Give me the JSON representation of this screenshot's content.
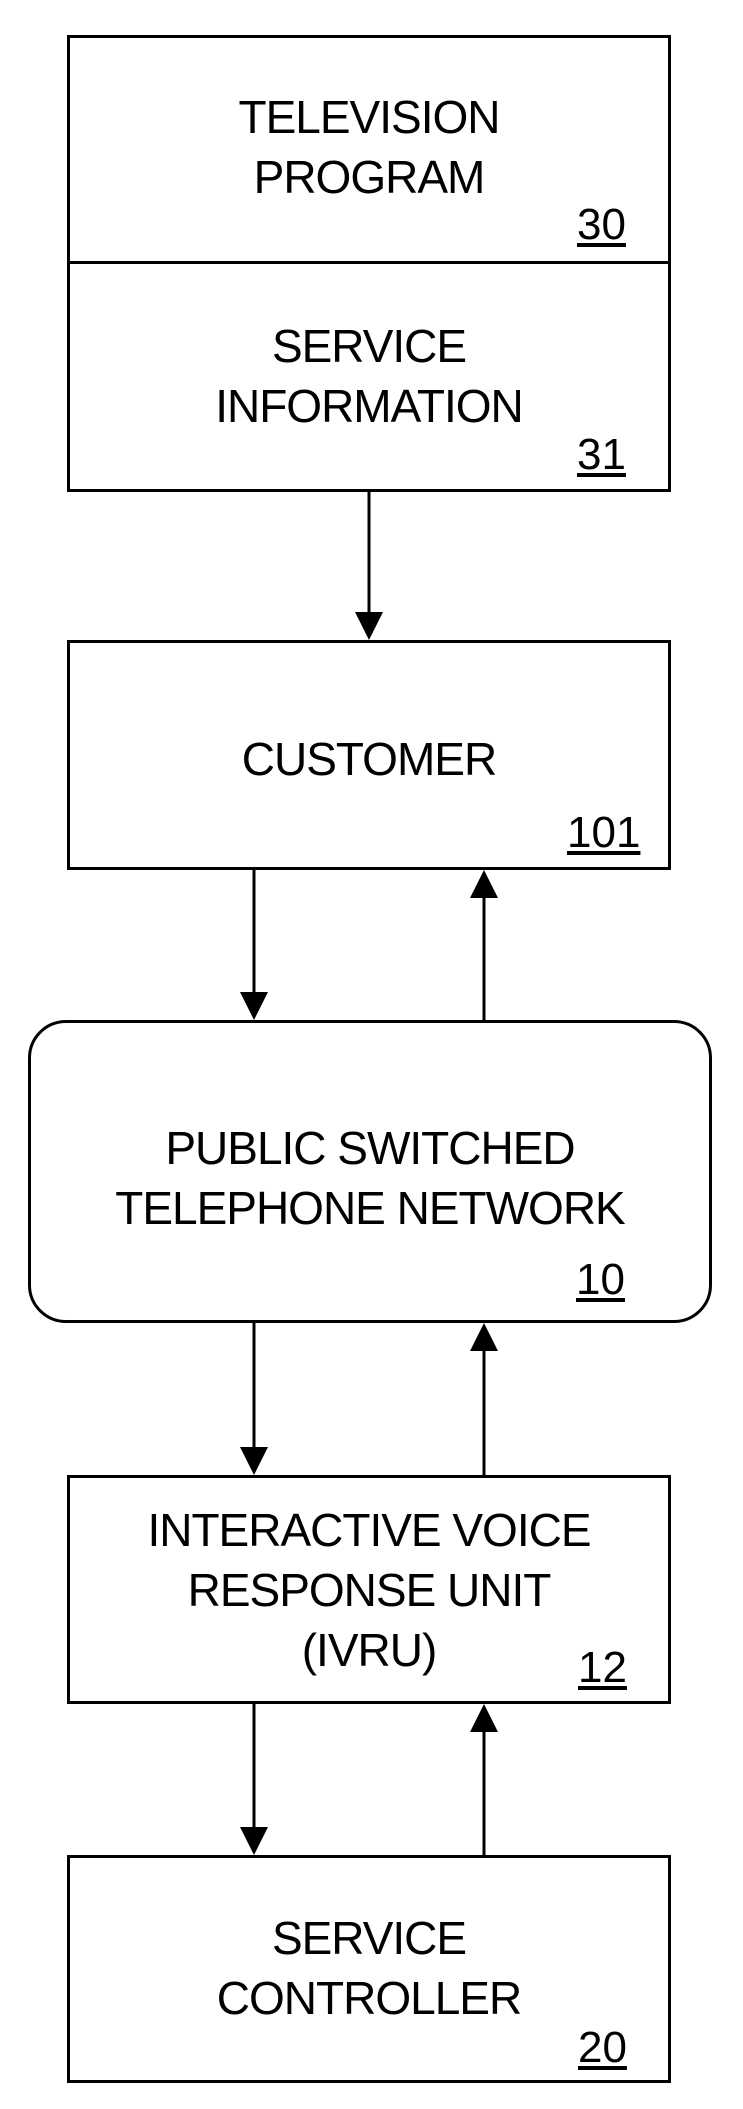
{
  "blocks": {
    "tv_program": {
      "lines": [
        "TELEVISION",
        "PROGRAM"
      ],
      "ref": "30"
    },
    "service_info": {
      "lines": [
        "SERVICE",
        "INFORMATION"
      ],
      "ref": "31"
    },
    "customer": {
      "lines": [
        "CUSTOMER"
      ],
      "ref": "101"
    },
    "pstn": {
      "lines": [
        "PUBLIC SWITCHED",
        "TELEPHONE NETWORK"
      ],
      "ref": "10"
    },
    "ivru": {
      "lines": [
        "INTERACTIVE VOICE",
        "RESPONSE UNIT",
        "(IVRU)"
      ],
      "ref": "12"
    },
    "service_controller": {
      "lines": [
        "SERVICE",
        "CONTROLLER"
      ],
      "ref": "20"
    }
  }
}
